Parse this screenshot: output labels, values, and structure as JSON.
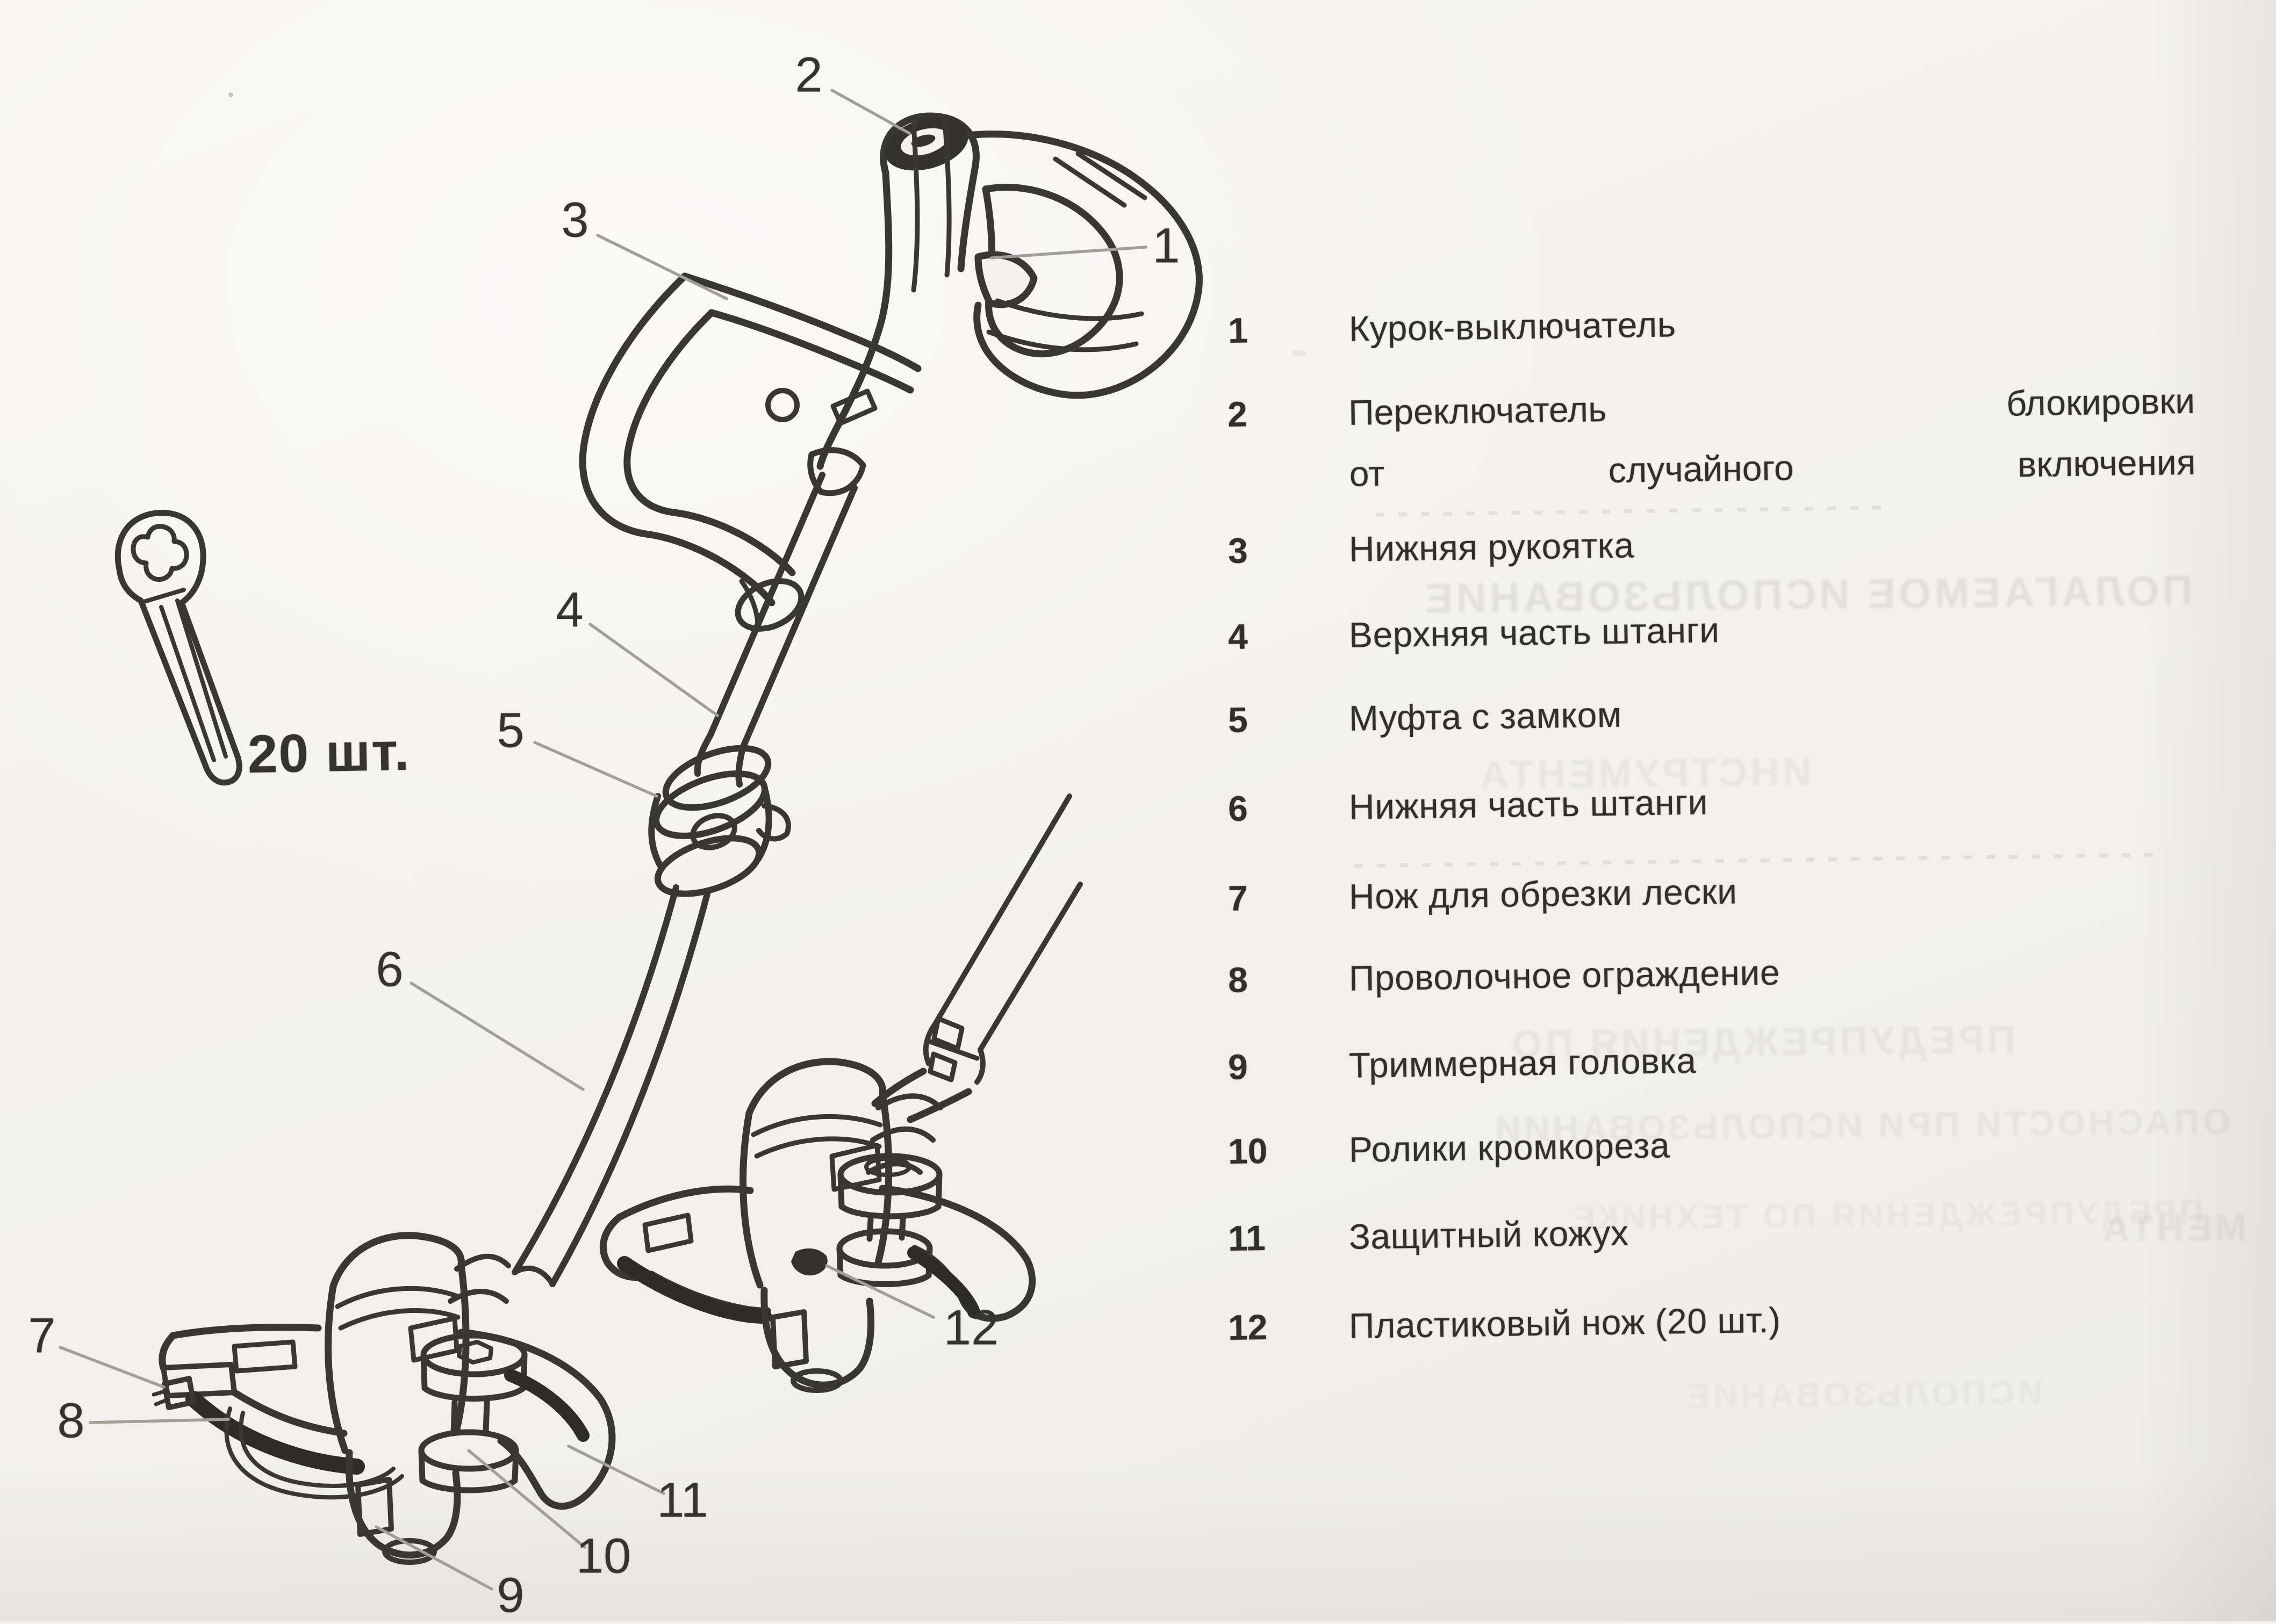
{
  "page": {
    "background": "#f3f2ef",
    "ink": "#312f2b",
    "leader_color": "#a29e98"
  },
  "figure": {
    "subject": "cordless grass trimmer parts illustration, two views plus spare plastic blade",
    "callout_numbers": [
      "1",
      "2",
      "3",
      "4",
      "5",
      "6",
      "7",
      "8",
      "9",
      "10",
      "11",
      "12"
    ],
    "quantity_note": "20 шт."
  },
  "legend": {
    "items": [
      {
        "num": "1",
        "text": "Курок-выключатель"
      },
      {
        "num": "2",
        "line1": "Переключатель блокировки",
        "line2": "от случайного включения"
      },
      {
        "num": "3",
        "text": "Нижняя рукоятка"
      },
      {
        "num": "4",
        "text": "Верхняя часть штанги"
      },
      {
        "num": "5",
        "text": "Муфта с замком"
      },
      {
        "num": "6",
        "text": "Нижняя часть штанги"
      },
      {
        "num": "7",
        "text": "Нож для обрезки лески"
      },
      {
        "num": "8",
        "text": "Проволочное ограждение"
      },
      {
        "num": "9",
        "text": "Триммерная головка"
      },
      {
        "num": "10",
        "text": "Ролики кромкореза"
      },
      {
        "num": "11",
        "text": "Защитный кожух"
      },
      {
        "num": "12",
        "text": "Пластиковый нож (20 шт.)"
      }
    ]
  },
  "ghost_show_through": [
    "ПОЛАГАЕМОЕ ИСПОЛЬЗОВАНИЕ",
    "ИНСТРУМЕНТА",
    "ПРЕДУПРЕЖДЕНИЯ ПО",
    "ОПАСНОСТИ ПРИ ИСПОЛЬЗОВАНИИ",
    "МЕНТА",
    "ПРЕДУПРЕЖДЕНИЯ ПО ТЕХНИКЕ",
    "ИСПОЛЬЗОВАНИЕ"
  ]
}
